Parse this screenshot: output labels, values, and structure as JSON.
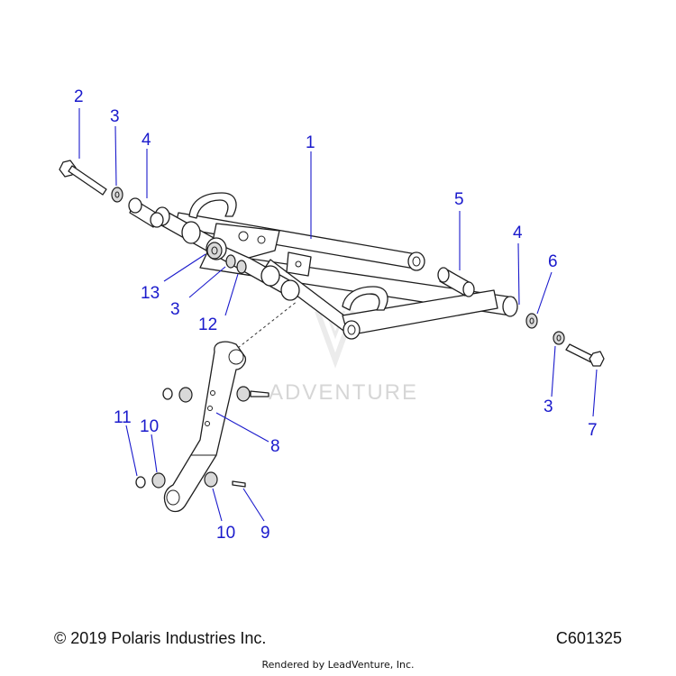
{
  "diagram": {
    "callouts": [
      {
        "id": "c1",
        "label": "1"
      },
      {
        "id": "c2",
        "label": "2"
      },
      {
        "id": "c3a",
        "label": "3"
      },
      {
        "id": "c4a",
        "label": "4"
      },
      {
        "id": "c5",
        "label": "5"
      },
      {
        "id": "c4b",
        "label": "4"
      },
      {
        "id": "c6",
        "label": "6"
      },
      {
        "id": "c13",
        "label": "13"
      },
      {
        "id": "c3b",
        "label": "3"
      },
      {
        "id": "c12",
        "label": "12"
      },
      {
        "id": "c3c",
        "label": "3"
      },
      {
        "id": "c7",
        "label": "7"
      },
      {
        "id": "c8",
        "label": "8"
      },
      {
        "id": "c11",
        "label": "11"
      },
      {
        "id": "c10a",
        "label": "10"
      },
      {
        "id": "c10b",
        "label": "10"
      },
      {
        "id": "c9",
        "label": "9"
      }
    ],
    "watermark": "ADVENTURE",
    "colors": {
      "callout": "#1a1acc",
      "line": "#1e1e1e",
      "watermark": "#d6d6d6"
    }
  },
  "footer": {
    "copyright": "© 2019 Polaris Industries Inc.",
    "figure_id": "C601325",
    "render_credit": "Rendered by LeadVenture, Inc."
  }
}
